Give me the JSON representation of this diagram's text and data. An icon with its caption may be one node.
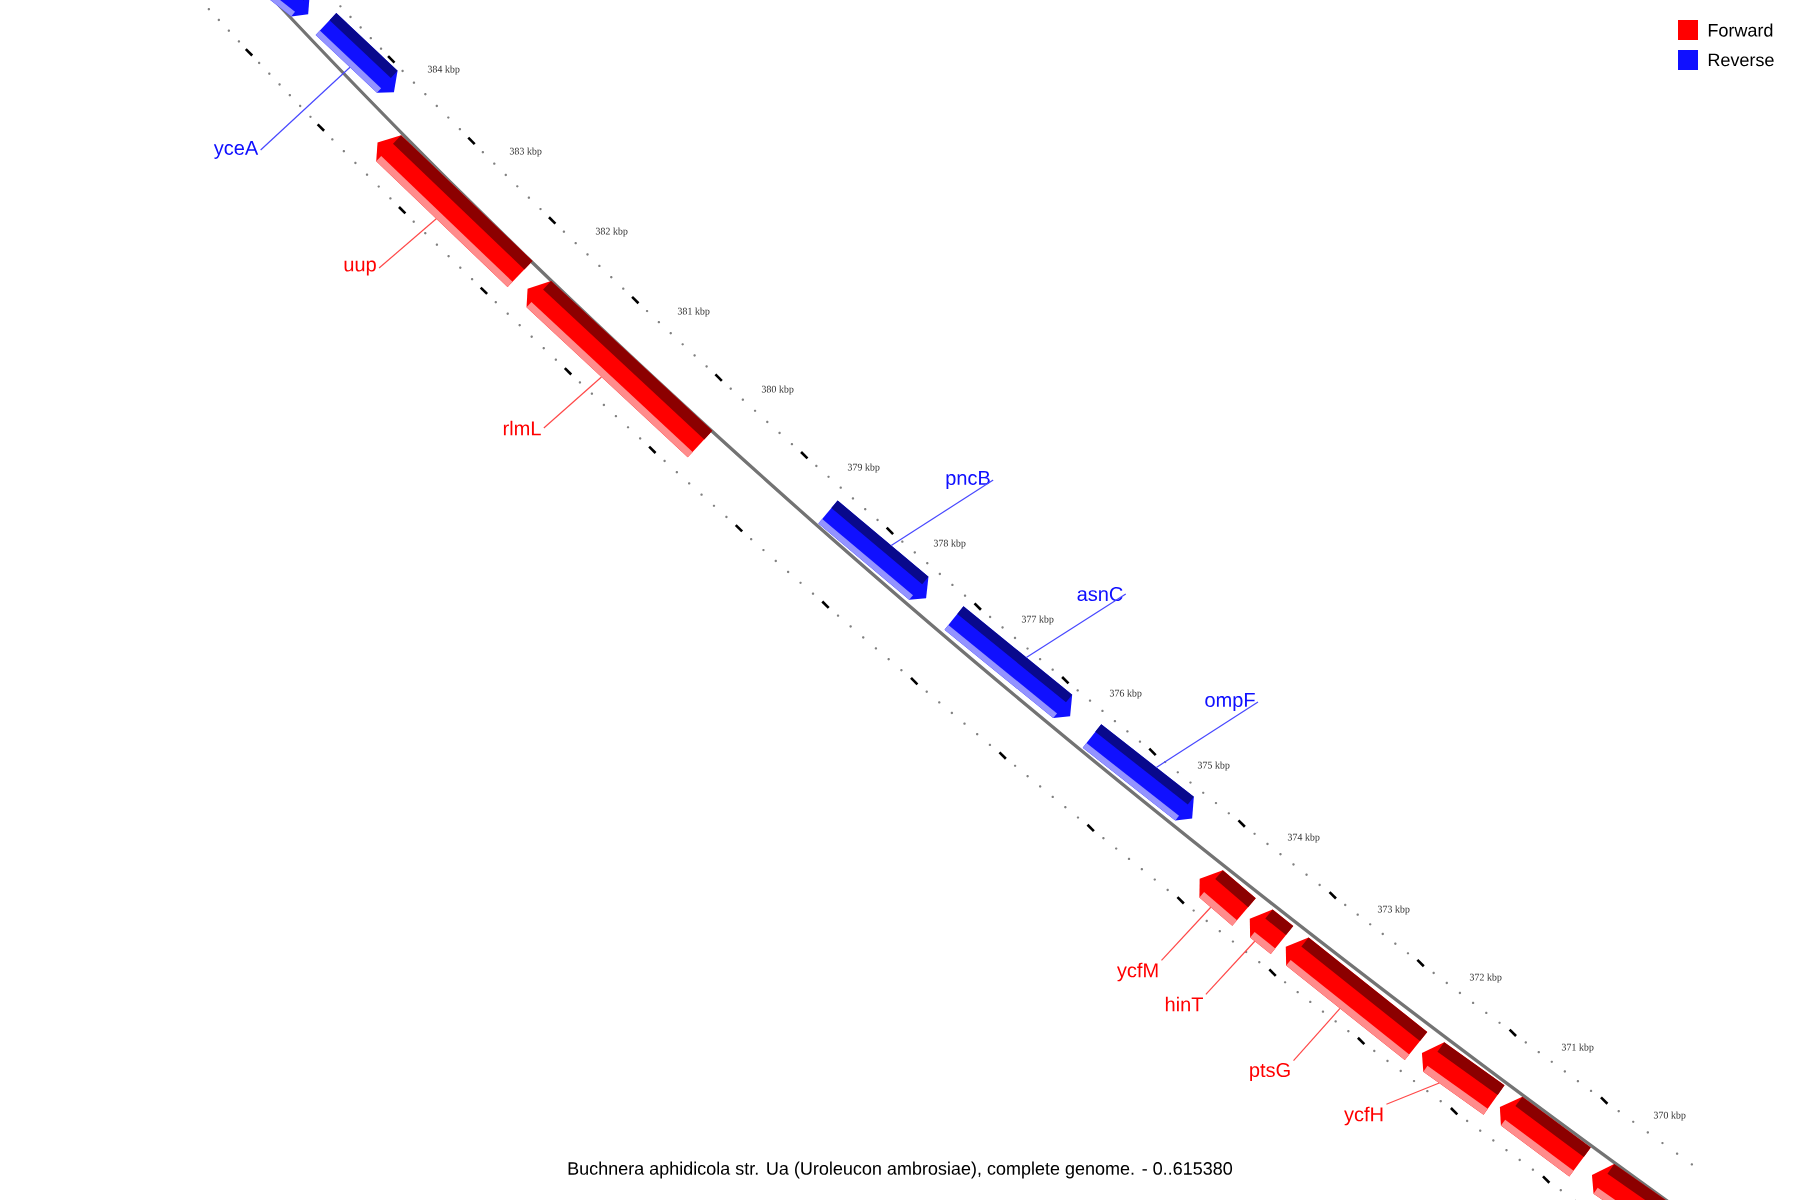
{
  "diagram": {
    "caption": "Buchnera aphidicola str. Ua (Uroleucon ambrosiae), complete genome. - 0..615380",
    "nodes": [
      {
        "text": [],
        "shape": "bar"
      },
      {
        "text": [],
        "shape": "bar"
      },
      {
        "text": [],
        "shape": "bar"
      },
      {
        "text": [],
        "shape": "bar"
      },
      {
        "text": [],
        "shape": "bar"
      },
      {
        "text": [],
        "shape": "bar"
      },
      {
        "text": [],
        "shape": "bar"
      },
      {
        "text": [],
        "shape": "bar"
      },
      {
        "text": [],
        "shape": "bar"
      },
      {
        "text": [],
        "shape": "bar"
      },
      {
        "text": [],
        "shape": "bar"
      },
      {
        "text": [],
        "shape": "bar"
      },
      {
        "text": [],
        "shape": "bar"
      },
      {
        "text": [
          "yceA"
        ]
      },
      {
        "text": [
          "uup"
        ]
      },
      {
        "text": [
          "rlmL"
        ]
      },
      {
        "text": [
          "pncB"
        ]
      },
      {
        "text": [
          "asnC"
        ]
      },
      {
        "text": [
          "ompF"
        ]
      },
      {
        "text": [
          "ycfM"
        ]
      },
      {
        "text": [
          "hinT"
        ]
      },
      {
        "text": [
          "ptsG"
        ]
      },
      {
        "text": [
          "ycfH"
        ]
      }
    ],
    "edges": [
      {
        "from": 13,
        "to": 1,
        "arrow": "none",
        "color": "#4848ff"
      },
      {
        "from": 14,
        "to": 2,
        "arrow": "none"
      },
      {
        "from": 15,
        "to": 3,
        "arrow": "none"
      },
      {
        "from": 16,
        "to": 4,
        "arrow": "none",
        "color": "#4848ff"
      },
      {
        "from": 17,
        "to": 5,
        "arrow": "none",
        "color": "#4848ff"
      },
      {
        "from": 18,
        "to": 6,
        "arrow": "none",
        "color": "#4848ff"
      },
      {
        "from": 19,
        "to": 7,
        "arrow": "none"
      },
      {
        "from": 20,
        "to": 8,
        "arrow": "none"
      },
      {
        "from": 21,
        "to": 9,
        "arrow": "none"
      },
      {
        "from": 22,
        "to": 10,
        "arrow": "none"
      }
    ],
    "labels": [
      "384 kbp",
      "383 kbp",
      "382 kbp",
      "381 kbp",
      "380 kbp",
      "379 kbp",
      "378 kbp",
      "377 kbp",
      "376 kbp",
      "375 kbp",
      "374 kbp",
      "373 kbp",
      "372 kbp",
      "371 kbp",
      "370 kbp"
    ],
    "legend": [
      {
        "text": "Forward",
        "color": "#ff0000"
      },
      {
        "text": "Reverse",
        "color": "#1010ff"
      }
    ]
  }
}
